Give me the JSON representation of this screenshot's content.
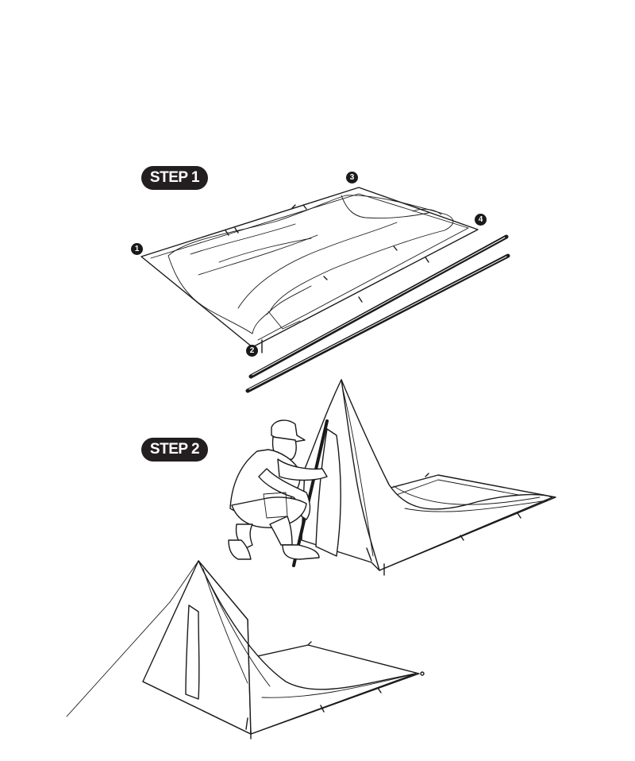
{
  "steps": [
    {
      "label": "STEP 1"
    },
    {
      "label": "STEP 2"
    }
  ],
  "corner_markers": [
    "1",
    "2",
    "3",
    "4"
  ],
  "colors": {
    "ink": "#1a1a1a",
    "badge": "#231f20",
    "background": "#ffffff"
  }
}
